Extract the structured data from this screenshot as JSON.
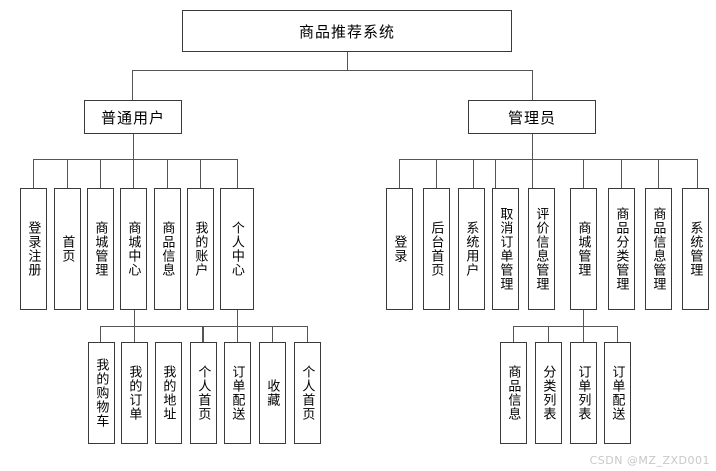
{
  "diagram": {
    "type": "tree",
    "title": "商品推荐系统",
    "watermark": "CSDN @MZ_ZXD001",
    "root": {
      "label": "商品推荐系统"
    },
    "level2": [
      {
        "id": "user",
        "label": "普通用户"
      },
      {
        "id": "admin",
        "label": "管理员"
      }
    ],
    "user_children": [
      {
        "label": "登录注册"
      },
      {
        "label": "首页"
      },
      {
        "label": "商城管理"
      },
      {
        "label": "商城中心"
      },
      {
        "label": "商品信息"
      },
      {
        "label": "我的账户"
      },
      {
        "label": "个人中心"
      }
    ],
    "admin_children": [
      {
        "label": "登录"
      },
      {
        "label": "后台首页"
      },
      {
        "label": "系统用户"
      },
      {
        "label": "取消订单管理"
      },
      {
        "label": "评价信息管理"
      },
      {
        "label": "商城管理"
      },
      {
        "label": "商品分类管理"
      },
      {
        "label": "商品信息管理"
      },
      {
        "label": "系统管理"
      }
    ],
    "mall_center_children": [
      {
        "label": "我的购物车"
      },
      {
        "label": "我的订单"
      },
      {
        "label": "我的地址"
      }
    ],
    "personal_center_children": [
      {
        "label": "个人首页"
      },
      {
        "label": "订单配送"
      },
      {
        "label": "收藏"
      },
      {
        "label": "个人首页"
      }
    ],
    "mall_manage_children": [
      {
        "label": "商品信息"
      },
      {
        "label": "分类列表"
      },
      {
        "label": "订单列表"
      },
      {
        "label": "订单配送"
      }
    ],
    "colors": {
      "border": "#3a3a3a",
      "line": "#555555",
      "background": "#ffffff",
      "text": "#000000",
      "watermark": "#c8c8c8"
    }
  }
}
